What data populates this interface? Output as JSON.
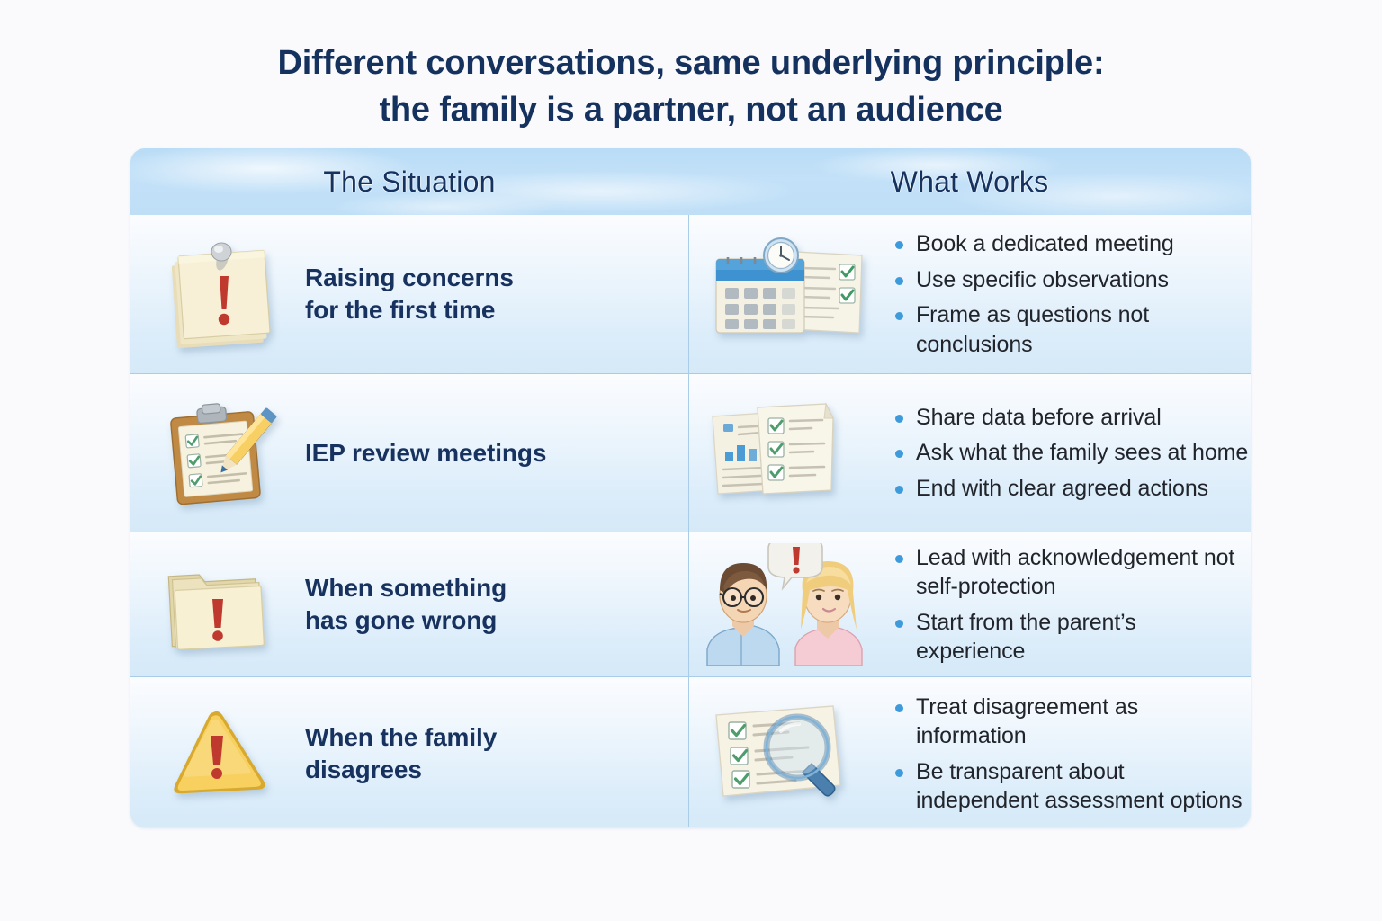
{
  "title": {
    "line1": "Different conversations, same underlying principle:",
    "line2": "the family is a partner, not an audience"
  },
  "colors": {
    "background": "#fafafc",
    "title_text": "#15325f",
    "header_text": "#16325e",
    "header_band": "#bfdff7",
    "row_gradient_top": "#fbfcfe",
    "row_gradient_bottom": "#d5e9f8",
    "divider": "#a9cde9",
    "bullet": "#3d9bdc",
    "body_text": "#21252b",
    "alert_red": "#c0392f",
    "warning_yellow": "#f7d060",
    "check_green": "#4f9c6c"
  },
  "table": {
    "headers": {
      "situation": "The Situation",
      "works": "What Works"
    },
    "rows": [
      {
        "icon": "sticky-note-alert-icon",
        "situation": "Raising concerns\nfor the first time",
        "situation_line1": "Raising concerns",
        "situation_line2": "for the first time",
        "works_icon": "calendar-clock-checklist-icon",
        "works": [
          "Book a dedicated meeting",
          "Use specific observations",
          "Frame as questions not conclusions"
        ]
      },
      {
        "icon": "clipboard-pencil-icon",
        "situation": "IEP review meetings",
        "situation_line1": "IEP review meetings",
        "situation_line2": "",
        "works_icon": "data-report-checklist-icon",
        "works": [
          "Share data before arrival",
          "Ask what the family sees at home",
          "End with clear agreed actions"
        ]
      },
      {
        "icon": "folder-alert-icon",
        "situation": "When something\nhas gone wrong",
        "situation_line1": "When something",
        "situation_line2": "has gone wrong",
        "works_icon": "two-people-speech-bubble-icon",
        "works": [
          "Lead with acknowledgement not self-protection",
          "Start from the parent’s experience"
        ]
      },
      {
        "icon": "warning-triangle-icon",
        "situation": "When the family\ndisagrees",
        "situation_line1": "When the family",
        "situation_line2": "disagrees",
        "works_icon": "checklist-magnifier-icon",
        "works": [
          "Treat disagreement as information",
          "Be transparent about independent assessment options"
        ]
      }
    ]
  }
}
